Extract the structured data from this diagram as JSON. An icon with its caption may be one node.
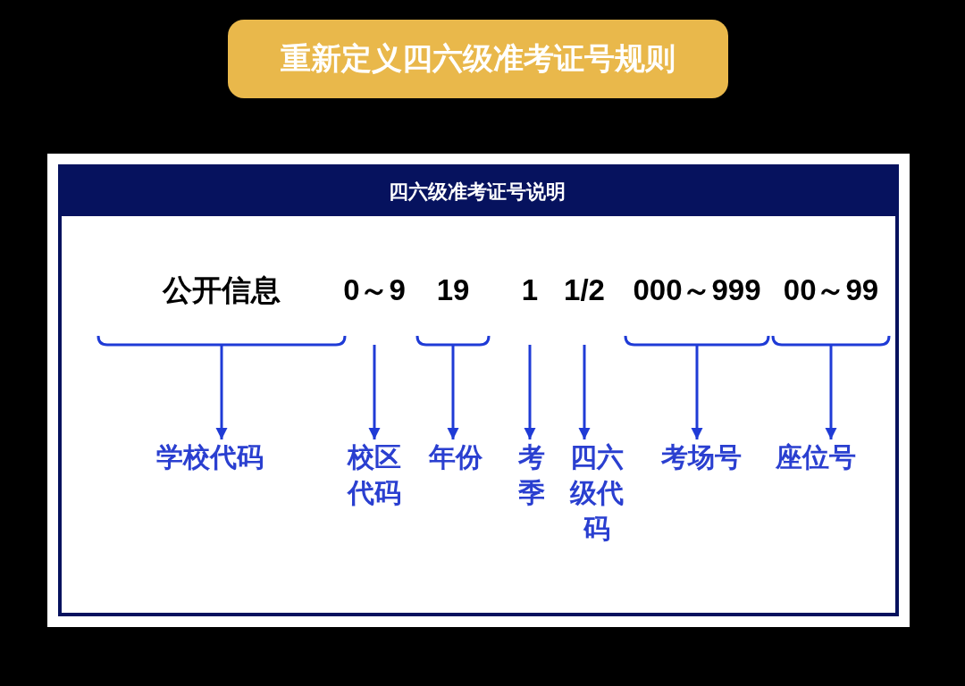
{
  "diagram": {
    "title": "重新定义四六级准考证号规则",
    "nodes": [
      {
        "text": [
          "四六级准考证号说明"
        ]
      },
      {
        "text": [
          "公开信息"
        ],
        "in": 0
      },
      {
        "text": [
          "0～9"
        ],
        "in": 0
      },
      {
        "text": [
          "19"
        ],
        "in": 0
      },
      {
        "text": [
          "1"
        ],
        "in": 0
      },
      {
        "text": [
          "1/2"
        ],
        "in": 0
      },
      {
        "text": [
          "000～999"
        ],
        "in": 0
      },
      {
        "text": [
          "00～99"
        ],
        "in": 0
      },
      {
        "text": [
          "学校代码"
        ],
        "in": 0
      },
      {
        "text": [
          "校区代码"
        ],
        "in": 0
      },
      {
        "text": [
          "年份"
        ],
        "in": 0
      },
      {
        "text": [
          "考季"
        ],
        "in": 0
      },
      {
        "text": [
          "四六级代码"
        ],
        "in": 0
      },
      {
        "text": [
          "考场号"
        ],
        "in": 0
      },
      {
        "text": [
          "座位号"
        ],
        "in": 0
      }
    ],
    "edges": [
      {
        "from": 1,
        "to": 8,
        "arrow": "to"
      },
      {
        "from": 2,
        "to": 9,
        "arrow": "to"
      },
      {
        "from": 3,
        "to": 10,
        "arrow": "to"
      },
      {
        "from": 4,
        "to": 11,
        "arrow": "to"
      },
      {
        "from": 5,
        "to": 12,
        "arrow": "to"
      },
      {
        "from": 6,
        "to": 13,
        "arrow": "to"
      },
      {
        "from": 7,
        "to": 14,
        "arrow": "to"
      }
    ]
  }
}
